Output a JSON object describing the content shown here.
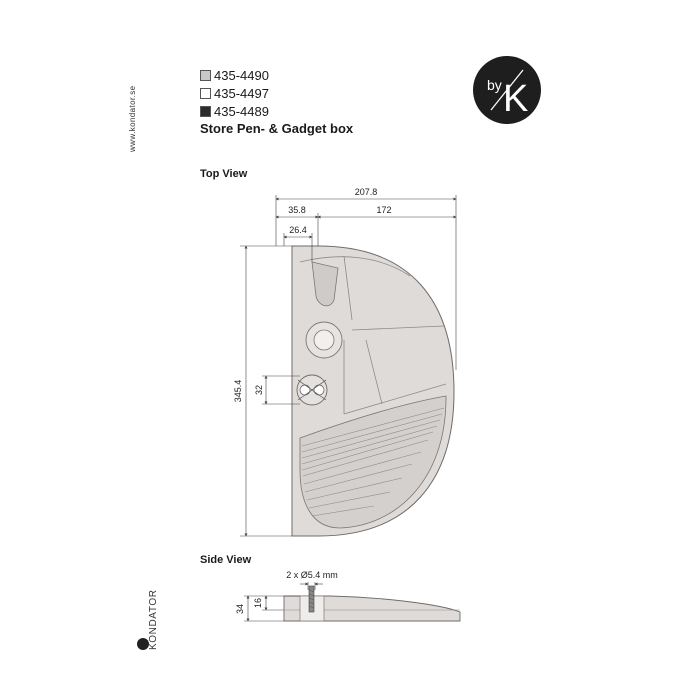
{
  "website": "www.kondator.se",
  "variants": [
    {
      "code": "435-4490",
      "color": "#c8c8c8"
    },
    {
      "code": "435-4497",
      "color": "#ffffff"
    },
    {
      "code": "435-4489",
      "color": "#2b2b2b"
    }
  ],
  "product_title": "Store Pen- & Gadget box",
  "brand_logo": {
    "icon": "by-k-logo",
    "by_text": "by",
    "letter": "K"
  },
  "top_view": {
    "heading": "Top View",
    "dim_overall_width": "207.8",
    "dim_left_offset": "35.8",
    "dim_main_width": "172",
    "dim_inner_offset": "26.4",
    "dim_height": "345.4",
    "dim_hole_spacing": "32"
  },
  "side_view": {
    "heading": "Side View",
    "dim_hole_note": "2 x Ø5.4 mm",
    "dim_total_height": "34",
    "dim_base_height": "16"
  },
  "side_brand": {
    "text": "KONDATOR",
    "icon": "kondator-logo"
  },
  "colors": {
    "product_fill": "#dedbd9",
    "product_stroke": "#6f6b69",
    "dimension_line": "#444444"
  }
}
